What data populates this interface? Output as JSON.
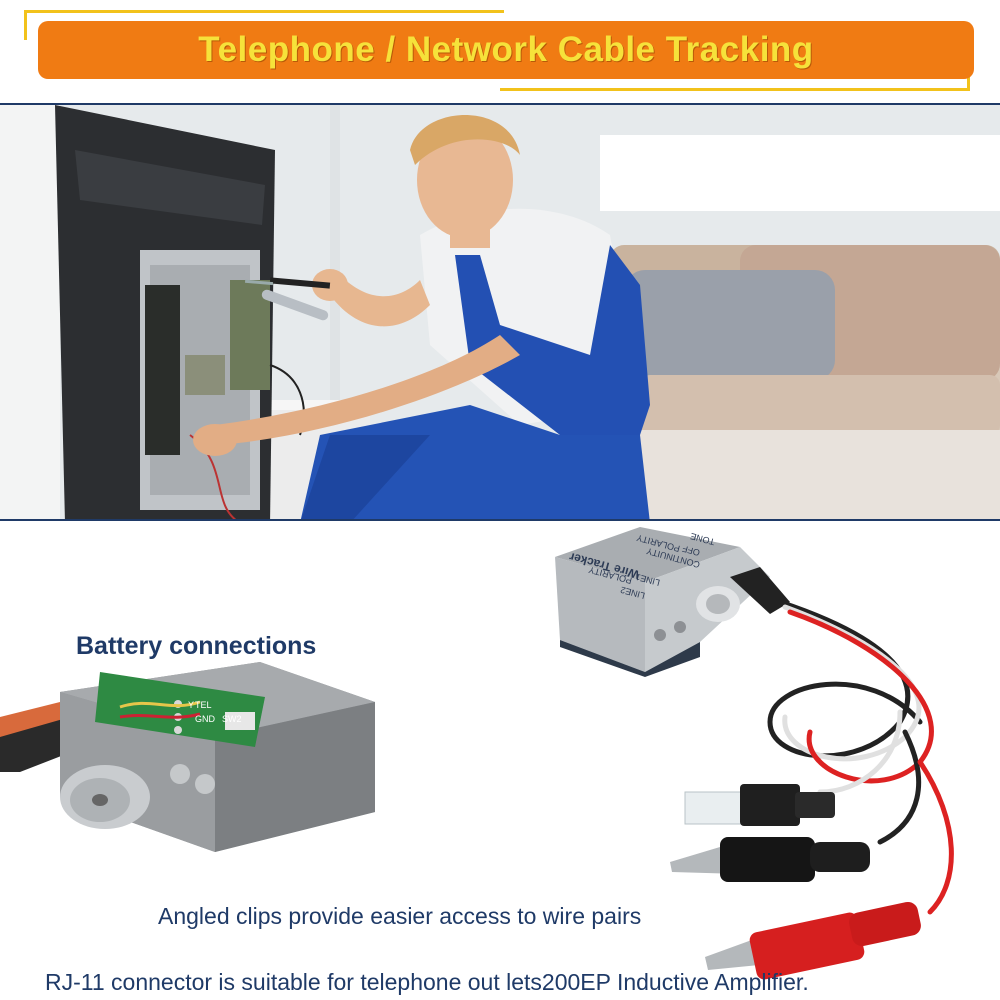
{
  "banner": {
    "title": "Telephone / Network Cable Tracking"
  },
  "scene": {
    "description_icon": "technician-repairing-tv-photo"
  },
  "battery": {
    "title": "Battery connections",
    "board_labels": [
      "Y",
      "TEL",
      "GND",
      "SW2"
    ]
  },
  "device": {
    "brand_label": "Wire Tracker",
    "mode_labels": [
      "TONE",
      "OFF",
      "POLARITY",
      "CONTINUITY"
    ],
    "line_labels": [
      "LINE1",
      "LINE2",
      "POLARITY"
    ]
  },
  "captions": {
    "clips": "Angled clips provide easier access to wire pairs",
    "rj11": "RJ-11  connector is suitable for telephone out lets200EP Inductive Amplifier."
  },
  "colors": {
    "banner_bg": "#f07b13",
    "banner_text": "#f6e23a",
    "banner_frame": "#f2c21b",
    "text_navy": "#1f3a67"
  }
}
